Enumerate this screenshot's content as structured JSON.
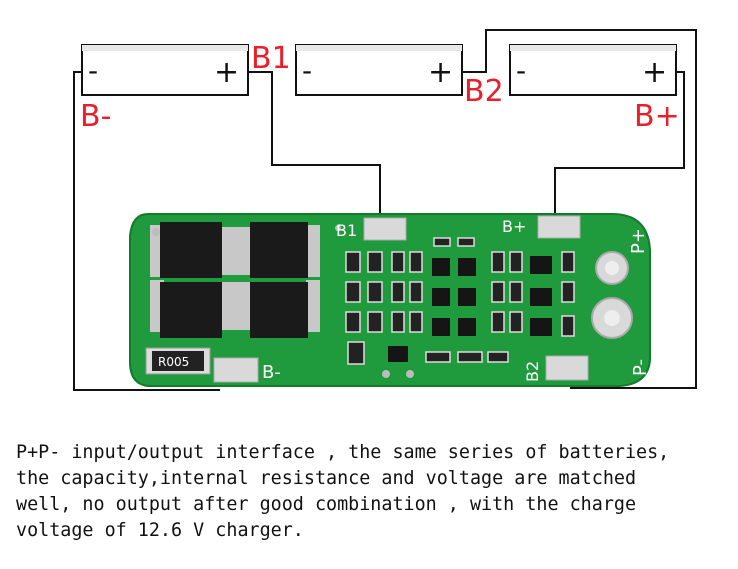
{
  "terminals": {
    "b1": "B1",
    "b2": "B2",
    "b_minus": "B-",
    "b_plus": "B+"
  },
  "batteries": [
    {
      "minus": "-",
      "plus": "+"
    },
    {
      "minus": "-",
      "plus": "+"
    },
    {
      "minus": "-",
      "plus": "+"
    }
  ],
  "board": {
    "pad_b1": "B1",
    "pad_b_plus": "B+",
    "pad_b_minus": "B-",
    "pad_b2": "B2",
    "pad_p_plus": "P+",
    "pad_p_minus": "P-",
    "resistor_marking": "R005"
  },
  "caption": [
    "P+P- input/output interface , the same series of batteries,",
    "the capacity,internal resistance and voltage are matched",
    "well, no output after good combination , with the charge",
    "voltage of 12.6 V charger."
  ],
  "colors": {
    "pcb": "#1f9a3c",
    "label_red": "#e8202a",
    "wire": "#111111"
  }
}
